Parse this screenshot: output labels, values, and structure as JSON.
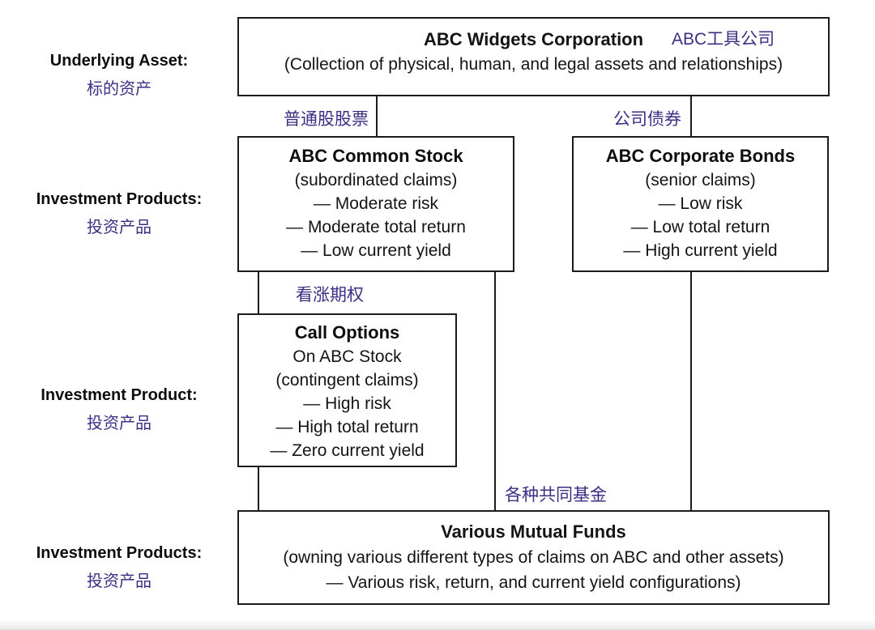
{
  "page": {
    "background": "#ffffff",
    "accent_purple": "#3a2f85",
    "line_color": "#1c1c1c"
  },
  "row_labels": [
    {
      "en": "Underlying Asset:",
      "zh": "标的资产"
    },
    {
      "en": "Investment Products:",
      "zh": "投资产品"
    },
    {
      "en": "Investment Product:",
      "zh": "投资产品"
    },
    {
      "en": "Investment Products:",
      "zh": "投资产品"
    }
  ],
  "boxes": {
    "corporation": {
      "title": "ABC Widgets Corporation",
      "title_zh": "ABC工具公司",
      "subtitle": "(Collection of physical, human, and legal assets and relationships)"
    },
    "common_stock": {
      "title": "ABC Common Stock",
      "lines": [
        "(subordinated claims)",
        "— Moderate risk",
        "— Moderate total return",
        "— Low current yield"
      ]
    },
    "corporate_bonds": {
      "title": "ABC Corporate Bonds",
      "lines": [
        "(senior claims)",
        "— Low risk",
        "— Low total return",
        "— High current yield"
      ]
    },
    "call_options": {
      "title": "Call Options",
      "lines": [
        "On ABC Stock",
        "(contingent claims)",
        "— High risk",
        "— High total return",
        "— Zero current yield"
      ]
    },
    "mutual_funds": {
      "title": "Various Mutual Funds",
      "lines": [
        "(owning various different types of claims on ABC and other assets)",
        "— Various risk, return, and current yield configurations)"
      ]
    }
  },
  "connector_labels": {
    "common_stock": "普通股股票",
    "corporate_bonds": "公司债券",
    "call_options": "看涨期权",
    "mutual_funds": "各种共同基金"
  }
}
